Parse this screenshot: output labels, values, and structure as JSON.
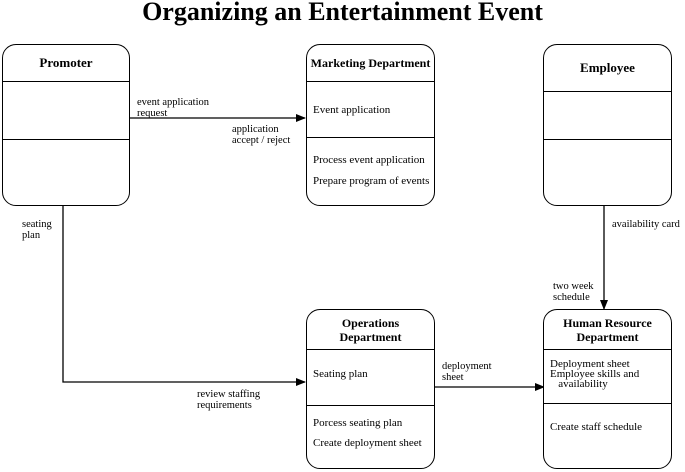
{
  "title": "Organizing an Entertainment Event",
  "boxes": {
    "promoter": {
      "name": "Promoter"
    },
    "marketing": {
      "name": "Marketing Department",
      "section1": [
        "Event application"
      ],
      "section2": [
        "Process event application",
        "Prepare program of events"
      ]
    },
    "employee": {
      "name": "Employee"
    },
    "operations": {
      "name_line1": "Operations",
      "name_line2": "Department",
      "section1": [
        "Seating plan"
      ],
      "section2": [
        "Porcess seating plan",
        "Create deployment sheet"
      ]
    },
    "hr": {
      "name_line1": "Human Resource",
      "name_line2": "Department",
      "section1": [
        "Deployment sheet",
        "Employee skills and",
        "   availability"
      ],
      "section2": [
        "Create staff schedule"
      ]
    }
  },
  "flows": {
    "event_request": "event application\nrequest",
    "accept_reject": "application\naccept / reject",
    "seating_plan": "seating\nplan",
    "review_staffing": "review staffing\nrequirements",
    "deployment_sheet": "deployment\nsheet",
    "availability_card": "availability card",
    "two_week_schedule": "two week\nschedule"
  }
}
